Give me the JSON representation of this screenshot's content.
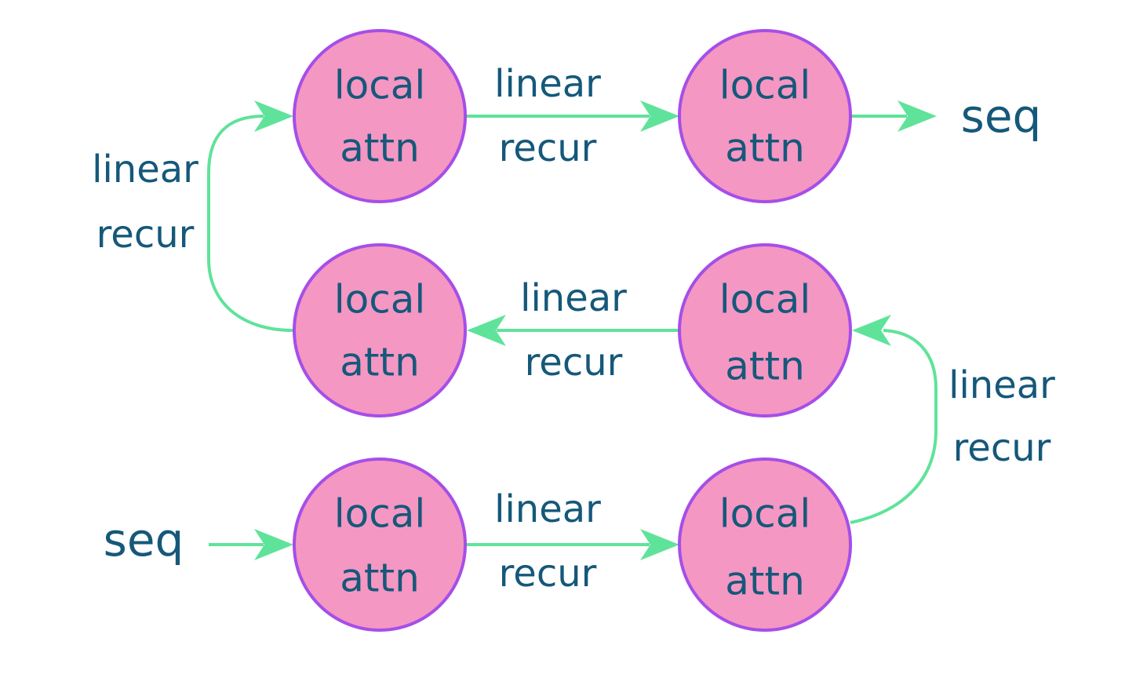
{
  "colors": {
    "node_fill": "#f497c2",
    "node_stroke": "#a64ee8",
    "edge": "#5fe39a",
    "text": "#15587a",
    "background": "#ffffff"
  },
  "nodes": [
    {
      "id": "top-left",
      "line1": "local",
      "line2": "attn"
    },
    {
      "id": "top-right",
      "line1": "local",
      "line2": "attn"
    },
    {
      "id": "mid-left",
      "line1": "local",
      "line2": "attn"
    },
    {
      "id": "mid-right",
      "line1": "local",
      "line2": "attn"
    },
    {
      "id": "bot-left",
      "line1": "local",
      "line2": "attn"
    },
    {
      "id": "bot-right",
      "line1": "local",
      "line2": "attn"
    }
  ],
  "edges": [
    {
      "from": "bot-left",
      "to": "bot-right",
      "line1": "linear",
      "line2": "recur"
    },
    {
      "from": "bot-right",
      "to": "mid-right",
      "line1": "linear",
      "line2": "recur"
    },
    {
      "from": "mid-right",
      "to": "mid-left",
      "line1": "linear",
      "line2": "recur"
    },
    {
      "from": "mid-left",
      "to": "top-left",
      "line1": "linear",
      "line2": "recur"
    },
    {
      "from": "top-left",
      "to": "top-right",
      "line1": "linear",
      "line2": "recur"
    }
  ],
  "input_label": "seq",
  "output_label": "seq"
}
